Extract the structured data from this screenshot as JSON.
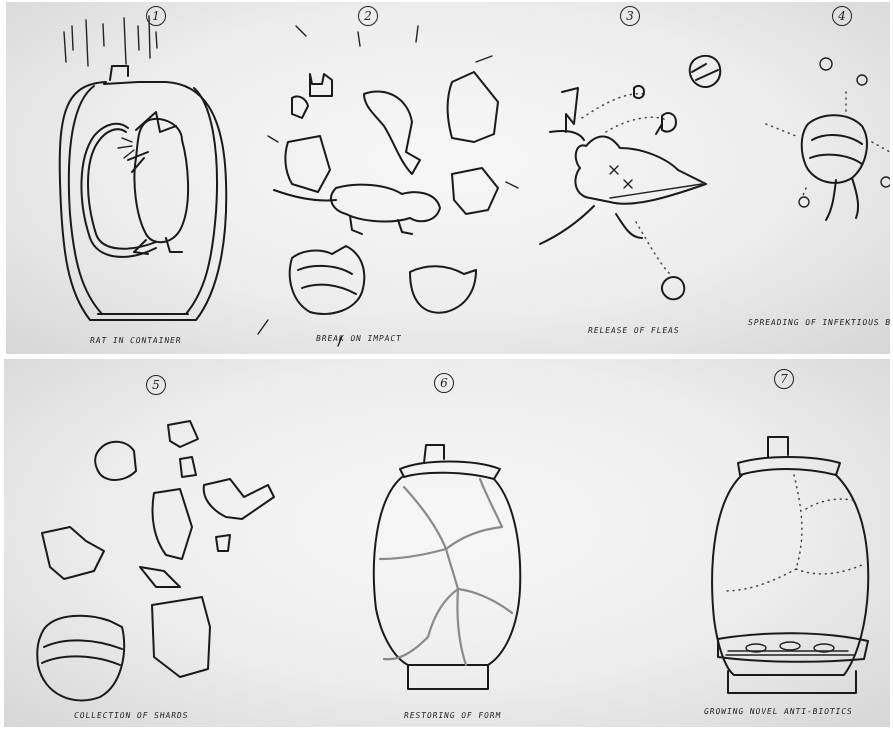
{
  "panels": [
    {
      "number": "1",
      "caption": "RAT IN CONTAINER"
    },
    {
      "number": "2",
      "caption": "BREAK ON IMPACT"
    },
    {
      "number": "3",
      "caption": "RELEASE OF FLEAS"
    },
    {
      "number": "4",
      "caption": "SPREADING OF INFEKTIOUS B"
    },
    {
      "number": "5",
      "caption": "COLLECTION OF SHARDS"
    },
    {
      "number": "6",
      "caption": "RESTORING OF FORM"
    },
    {
      "number": "7",
      "caption": "GROWING NOVEL ANTI-BIOTICS"
    }
  ]
}
